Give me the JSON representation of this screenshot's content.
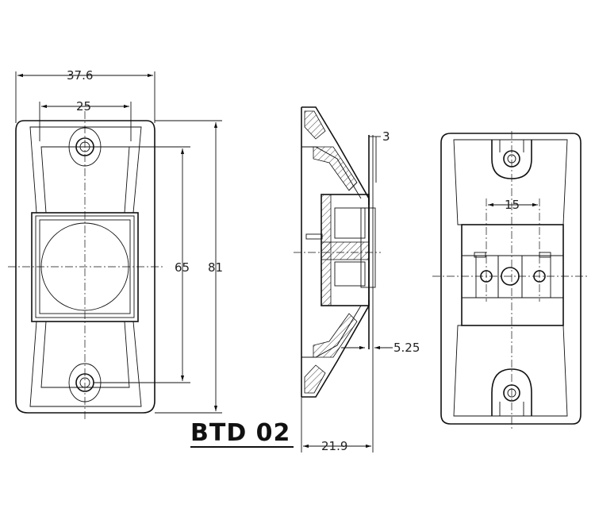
{
  "title": "BTD 02",
  "dimensions": {
    "overall_width": "37.6",
    "hole_span_width": "25",
    "hole_pitch": "65",
    "overall_height": "81",
    "plate_thickness": "3",
    "depth_offset": "5.25",
    "overall_depth": "21.9",
    "terminal_pitch": "15"
  }
}
